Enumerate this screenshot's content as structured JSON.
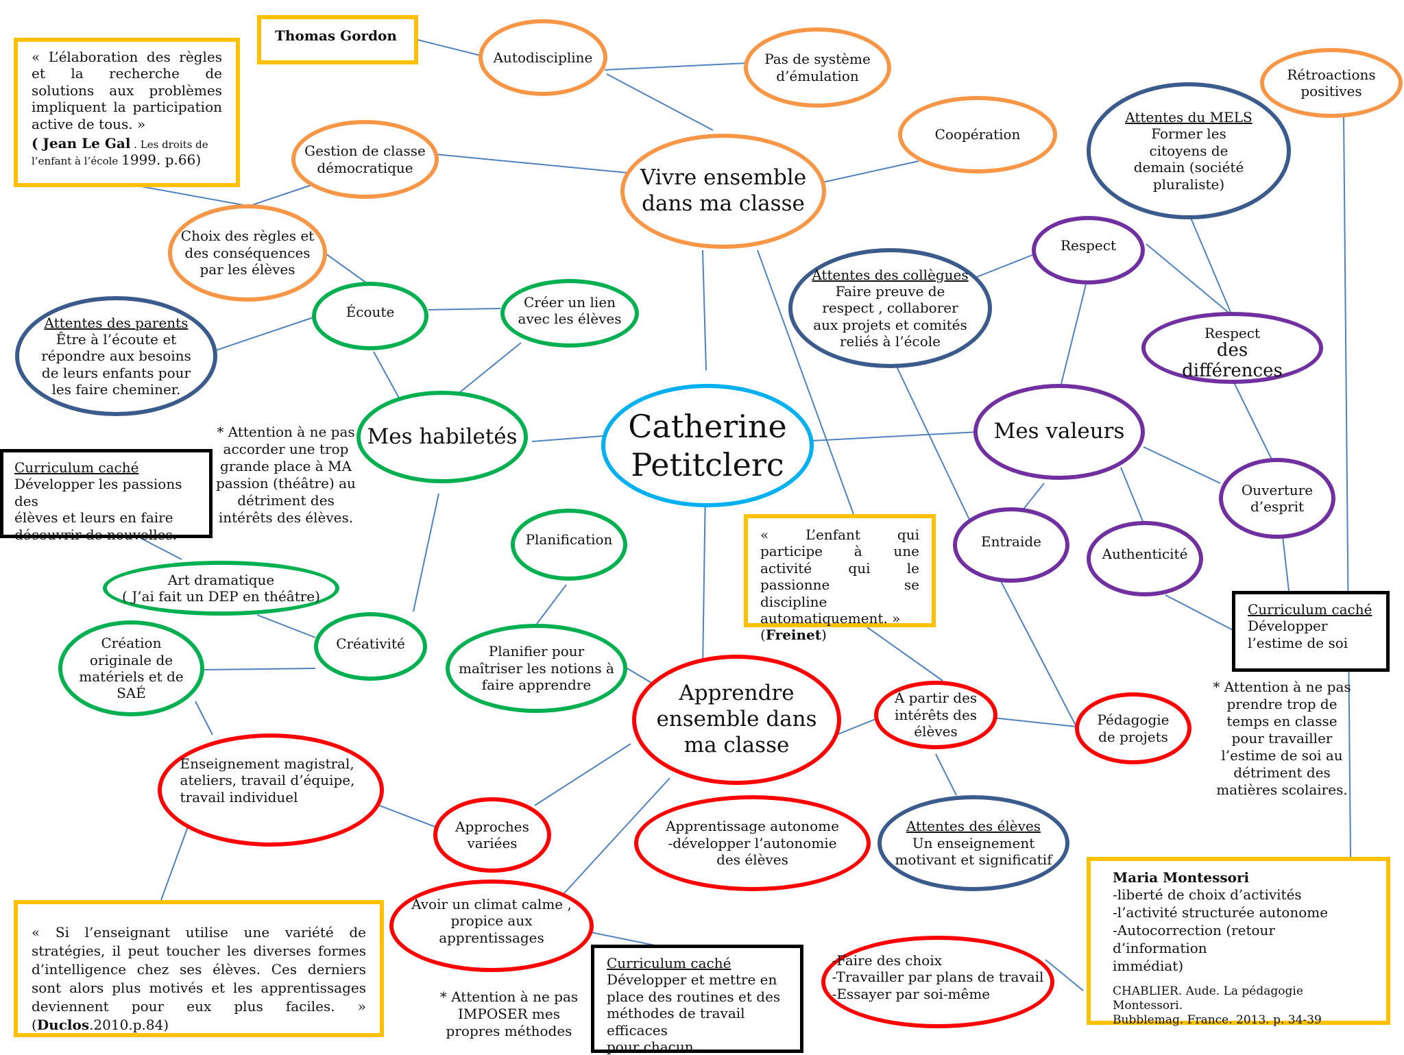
{
  "colors": {
    "orange": "#F79646",
    "blue_center": "#00B0F0",
    "green": "#00B050",
    "purple": "#7030A0",
    "red": "#FF0000",
    "navy": "#3B5B8C",
    "gold": "#FFC000",
    "black": "#000000",
    "connector": "#4F81BD"
  },
  "center": "Catherine\nPetitclerc",
  "hubs": {
    "vivre": "Vivre ensemble\ndans ma classe",
    "habiletes": "Mes habiletés",
    "valeurs": "Mes valeurs",
    "apprendre": "Apprendre\nensemble dans\nma classe"
  },
  "nodes": {
    "autodiscipline": "Autodiscipline",
    "pas_emulation": "Pas de système\nd’émulation",
    "cooperation": "Coopération",
    "gestion": "Gestion de classe\ndémocratique",
    "choix_regles": "Choix des règles et\ndes conséquences\npar les élèves",
    "retroactions": "Rétroactions\npositives",
    "ecoute": "Écoute",
    "creer_lien": "Créer un lien\navec les élèves",
    "planification": "Planification",
    "art": "Art dramatique\n( J’ai fait un DEP en théâtre)",
    "creativite": "Créativité",
    "creation": "Création\noriginale de\nmatériels et de\nSAÉ",
    "planifier": "Planifier pour\nmaîtriser les notions à\nfaire apprendre",
    "enseignement": "Enseignement magistral,\nateliers, travail d’équipe,\ntravail individuel",
    "approches": "Approches\nvariées",
    "climat": "Avoir un climat  calme ,\npropice aux\napprentissages",
    "apprentissage_autonome": "Apprentissage autonome\n-développer l’autonomie\ndes élèves",
    "a_partir": "À partir des\nintérêts des\nélèves",
    "pedagogie": "Pédagogie\nde projets",
    "faire_choix": "-Faire des choix\n-Travailler par plans de travail\n-Essayer par soi-même",
    "respect": "Respect",
    "respect_diff_a": "Respect",
    "respect_diff_b": "des",
    "respect_diff_c": "différences",
    "ouverture": "Ouverture\nd’esprit",
    "entraide": "Entraide",
    "authenticite": "Authenticité"
  },
  "expectations": {
    "parents_title": "Attentes des parents",
    "parents_body": "Être à l’écoute et\nrépondre aux besoins\nde leurs enfants  pour\nles faire cheminer.",
    "mels_title": "Attentes du MELS",
    "mels_body": "Former les\ncitoyens de\ndemain  (société\npluraliste)",
    "collegues_title": "Attentes des collègues",
    "collegues_body": "Faire preuve de\nrespect , collaborer\naux projets et comités\nreliés à l’école",
    "eleves_title": "Attentes des élèves",
    "eleves_body": "Un enseignement\nmotivant et significatif"
  },
  "boxes": {
    "gordon": "Thomas Gordon",
    "legal_quote": "« L’élaboration des règles et la recherche de solutions aux problèmes impliquent la participation active de tous. »",
    "legal_author": "( Jean Le Gal",
    "legal_source": " . Les droits de l’enfant à l’école ",
    "legal_ref": "1999. p.66)",
    "freinet_quote": "« L’enfant qui participe à une activité qui le passionne se discipline automatiquement.    »",
    "freinet_open": "(",
    "freinet_author": "Freinet",
    "freinet_close": ")",
    "duclos_quote": "« Si l’enseignant utilise une variété de stratégies, il peut toucher les diverses formes d’intelligence chez ses élèves. Ces derniers sont alors plus motivés et les apprentissages deviennent pour eux plus faciles. » ",
    "duclos_open": "(",
    "duclos_author": "Duclos",
    "duclos_ref": ".2010.p.84)",
    "montessori_title": "Maria Montessori",
    "montessori_body": "-liberté de choix d’activités\n-l’activité structurée autonome\n-Autocorrection (retour d’information\nimmédiat)",
    "montessori_source": "CHABLIER.  Aude.  La pédagogie Montessori.\nBubblemag. France. 2013. p. 34-39",
    "cc1_title": "Curriculum caché",
    "cc1_body": "Développer les passions des\nélèves  et leurs en faire\ndécouvrir de nouvelles.",
    "cc2_title": "Curriculum caché",
    "cc2_body": "Développer\nl’estime de soi",
    "cc3_title": "Curriculum caché",
    "cc3_body": "Développer et mettre en\nplace des routines et des\nméthodes de travail efficaces\npour chacun."
  },
  "notes": {
    "theatre": "* Attention à ne pas\naccorder une trop\ngrande place à MA\npassion (théâtre) au\ndétriment des\nintérêts des élèves.",
    "estime": "* Attention à ne pas\nprendre trop de\ntemps en classe\npour travailler\nl’estime de soi au\ndétriment des\nmatières scolaires.",
    "methodes": "* Attention à ne pas\nIMPOSER  mes\npropres méthodes"
  }
}
